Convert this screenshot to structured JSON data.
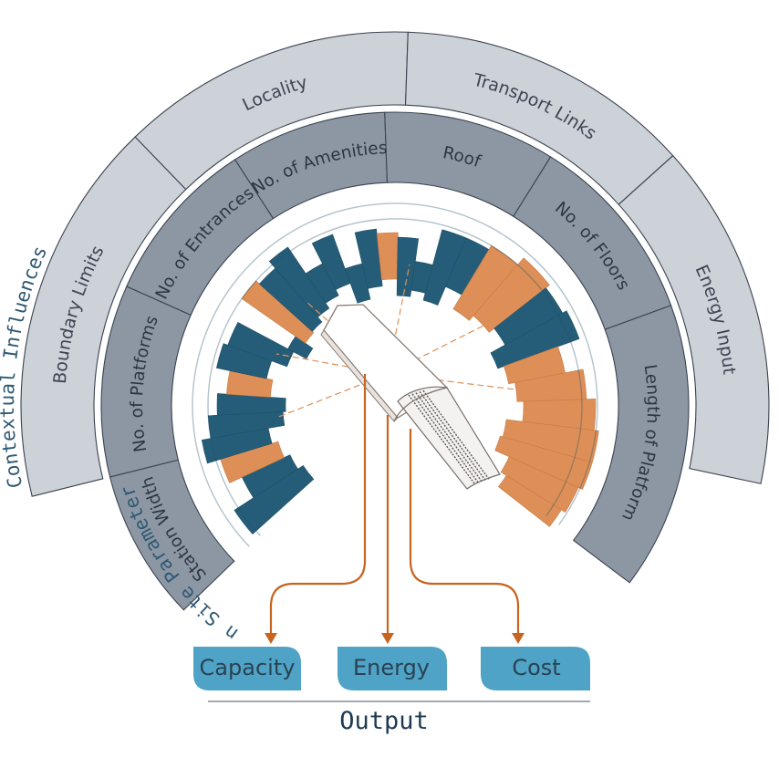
{
  "outer_ring": {
    "segments": [
      {
        "label": "Boundary Limits"
      },
      {
        "label": "Locality"
      },
      {
        "label": "Transport Links"
      },
      {
        "label": "Energy Input"
      }
    ]
  },
  "middle_ring": {
    "segments": [
      {
        "label": "Station Width"
      },
      {
        "label": "No. of Platforms"
      },
      {
        "label": "No. of Entrances"
      },
      {
        "label": "No. of Amenities"
      },
      {
        "label": "Roof"
      },
      {
        "label": "No. of Floors"
      },
      {
        "label": "Length of Platform"
      }
    ]
  },
  "side_labels": {
    "contextual": "Contextual Influences",
    "in_site": "In Site Parameters"
  },
  "outputs": {
    "items": [
      {
        "label": "Capacity"
      },
      {
        "label": "Energy"
      },
      {
        "label": "Cost"
      }
    ],
    "title": "Output"
  },
  "colors": {
    "bar_blue": "#255d78",
    "bar_orange": "#dd8f57",
    "outer_ring": "#cdd1d8",
    "middle_ring": "#8d97a4",
    "output_box": "#4fa3c6",
    "flow_line": "#c9641f"
  }
}
